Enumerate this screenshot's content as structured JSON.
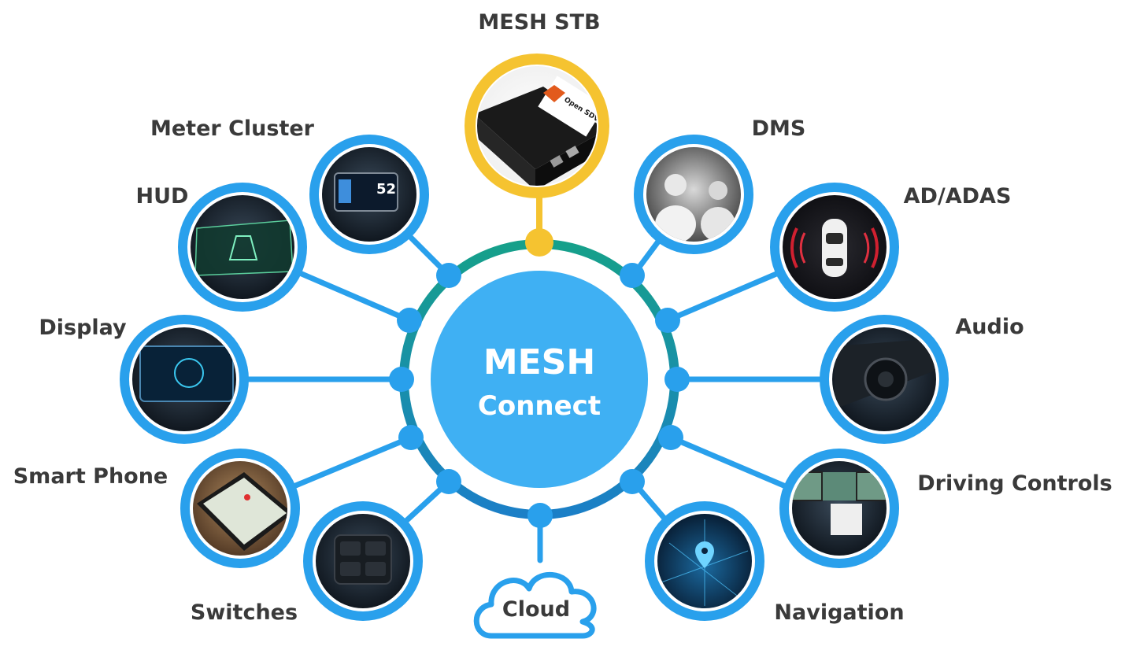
{
  "center": {
    "title": "MESH",
    "subtitle": "Connect"
  },
  "hub": {
    "label": "MESH STB",
    "device_text": "Open SDV Initiative"
  },
  "cloud": {
    "label": "Cloud"
  },
  "nodes": [
    {
      "id": "meter-cluster",
      "label": "Meter Cluster"
    },
    {
      "id": "hud",
      "label": "HUD"
    },
    {
      "id": "display",
      "label": "Display"
    },
    {
      "id": "smart-phone",
      "label": "Smart Phone"
    },
    {
      "id": "switches",
      "label": "Switches"
    },
    {
      "id": "dms",
      "label": "DMS"
    },
    {
      "id": "ad-adas",
      "label": "AD/ADAS"
    },
    {
      "id": "audio",
      "label": "Audio"
    },
    {
      "id": "driving-controls",
      "label": "Driving Controls"
    },
    {
      "id": "navigation",
      "label": "Navigation"
    }
  ],
  "colors": {
    "ring_teal": "#16a08a",
    "ring_blue": "#1b7fc7",
    "node_blue": "#29a0ec",
    "hub_yellow": "#f5c330",
    "center_blue": "#3fb0f3",
    "label_gray": "#3a3a3a"
  }
}
